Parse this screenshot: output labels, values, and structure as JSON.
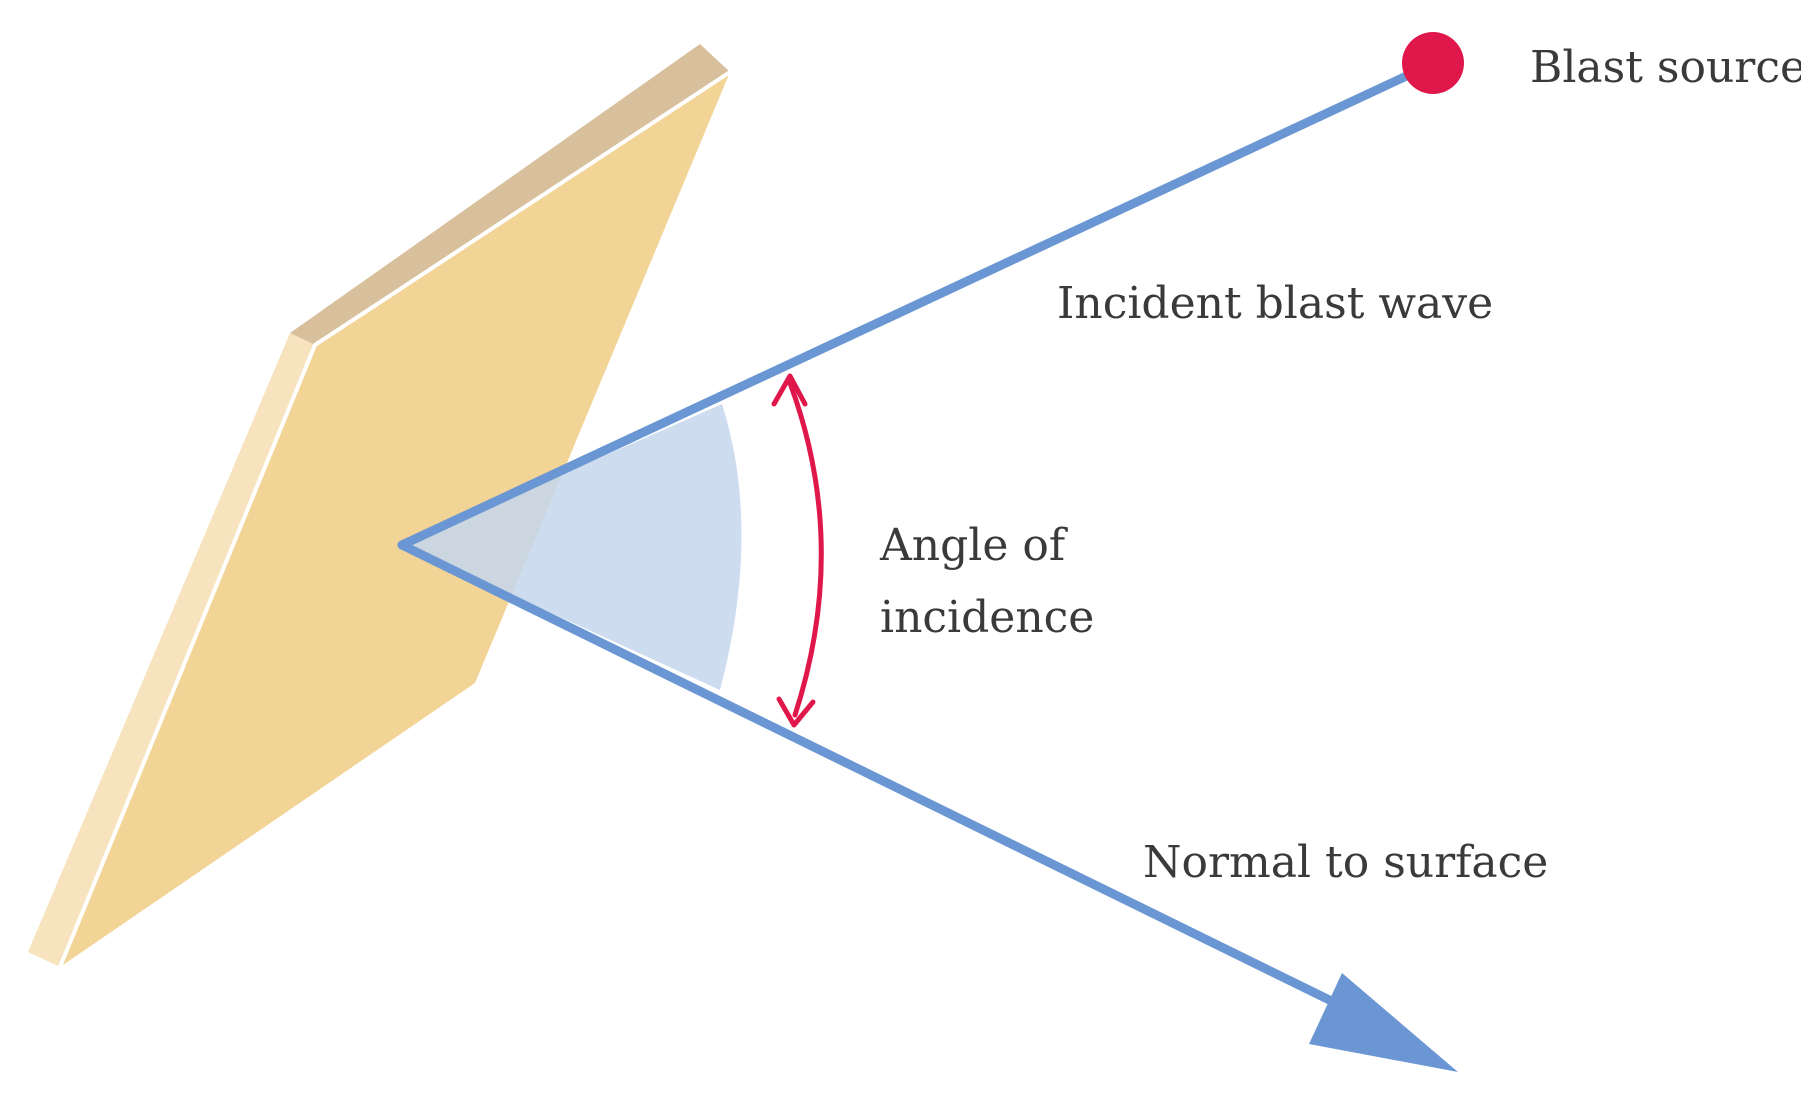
{
  "labels": {
    "blast_source": "Blast source",
    "incident_wave": "Incident blast wave",
    "angle_line1": "Angle of",
    "angle_line2": "incidence",
    "normal": "Normal to  surface"
  },
  "colors": {
    "plate_face": "#F3D497",
    "plate_top_edge": "#D8C09C",
    "plate_side_edge": "#F7E4BE",
    "vector_line": "#6A97D3",
    "angle_wedge": "#C4D6EC",
    "angle_arrow": "#E0174A",
    "blast_source_dot": "#E0174A",
    "text": "#3A3A3A"
  }
}
